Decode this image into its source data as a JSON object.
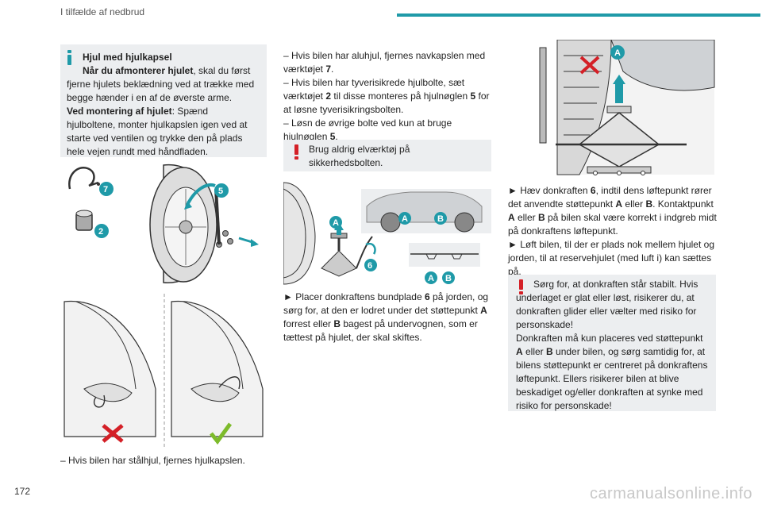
{
  "header": {
    "section_title": "I tilfælde af nedbrud"
  },
  "page_number": "172",
  "col1": {
    "info_title_1": "Hjul med hjulkapsel",
    "info_lead_bold": "Når du afmonterer hjulet",
    "info_lead_rest": ", skal du først fjerne hjulets beklædning ved at trække med begge hænder i en af de øverste arme.",
    "info_mount_bold": "Ved montering af hjulet",
    "info_mount_rest": ": Spænd hjulboltene, monter hjulkapslen igen ved at starte ved ventilen og trykke den på plads hele vejen rundt med håndfladen.",
    "fig1_labels": {
      "tool7": "7",
      "tool2": "2",
      "wrench5": "5"
    },
    "steel_wheel_text": "– Hvis bilen har stålhjul, fjernes hjulkapslen."
  },
  "col2": {
    "line1_a": "– Hvis bilen har aluhjul, fjernes navkapslen med værktøjet ",
    "line1_b": "7",
    "line1_c": ".",
    "line2_a": "– Hvis bilen har tyverisikrede hjulbolte, sæt værktøjet ",
    "line2_b": "2",
    "line2_c": " til disse monteres på hjulnøglen ",
    "line2_d": "5",
    "line2_e": " for at løsne tyverisikringsbolten.",
    "line3_a": "– Løsn de øvrige bolte ved kun at bruge hjulnøglen ",
    "line3_b": "5",
    "line3_c": ".",
    "warning": "Brug aldrig elværktøj på sikkerhedsbolten.",
    "fig_labels": {
      "a": "A",
      "b": "B",
      "six": "6"
    },
    "place_a": "► Placer donkraftens bundplade ",
    "place_b": "6",
    "place_c": " på jorden, og sørg for, at den er lodret under det støttepunkt ",
    "place_d": "A",
    "place_e": " forrest eller ",
    "place_f": "B",
    "place_g": " bagest på undervognen, som er tættest på hjulet, der skal skiftes."
  },
  "col3": {
    "fig_label_a": "A",
    "raise_a": "► Hæv donkraften ",
    "raise_b": "6",
    "raise_c": ", indtil dens løftepunkt rører det anvendte støttepunkt ",
    "raise_d": "A",
    "raise_e": " eller ",
    "raise_f": "B",
    "raise_g": ". Kontaktpunkt ",
    "raise_h": "A",
    "raise_i": " eller ",
    "raise_j": "B",
    "raise_k": " på bilen skal være korrekt i indgreb midt på donkraftens løftepunkt.",
    "lift": "► Løft bilen, til der er plads nok mellem hjulet og jorden, til at reservehjulet (med luft i) kan sættes på.",
    "warn_p1": "Sørg for, at donkraften står stabilt. Hvis underlaget er glat eller løst, risikerer du, at donkraften glider eller vælter med risiko for personskade!",
    "warn_p2_a": "Donkraften må kun placeres ved støttepunkt ",
    "warn_p2_b": "A",
    "warn_p2_c": " eller ",
    "warn_p2_d": "B",
    "warn_p2_e": " under bilen, og sørg samtidig for, at bilens støttepunkt er centreret på donkraftens løftepunkt. Ellers risikerer bilen at blive beskadiget og/eller donkraften at synke med risiko for personskade!"
  },
  "watermark": "carmanualsonline.info",
  "colors": {
    "accent": "#1f9aa8",
    "warning": "#d42027",
    "ok": "#7dbb2b",
    "box": "#eceef0"
  }
}
